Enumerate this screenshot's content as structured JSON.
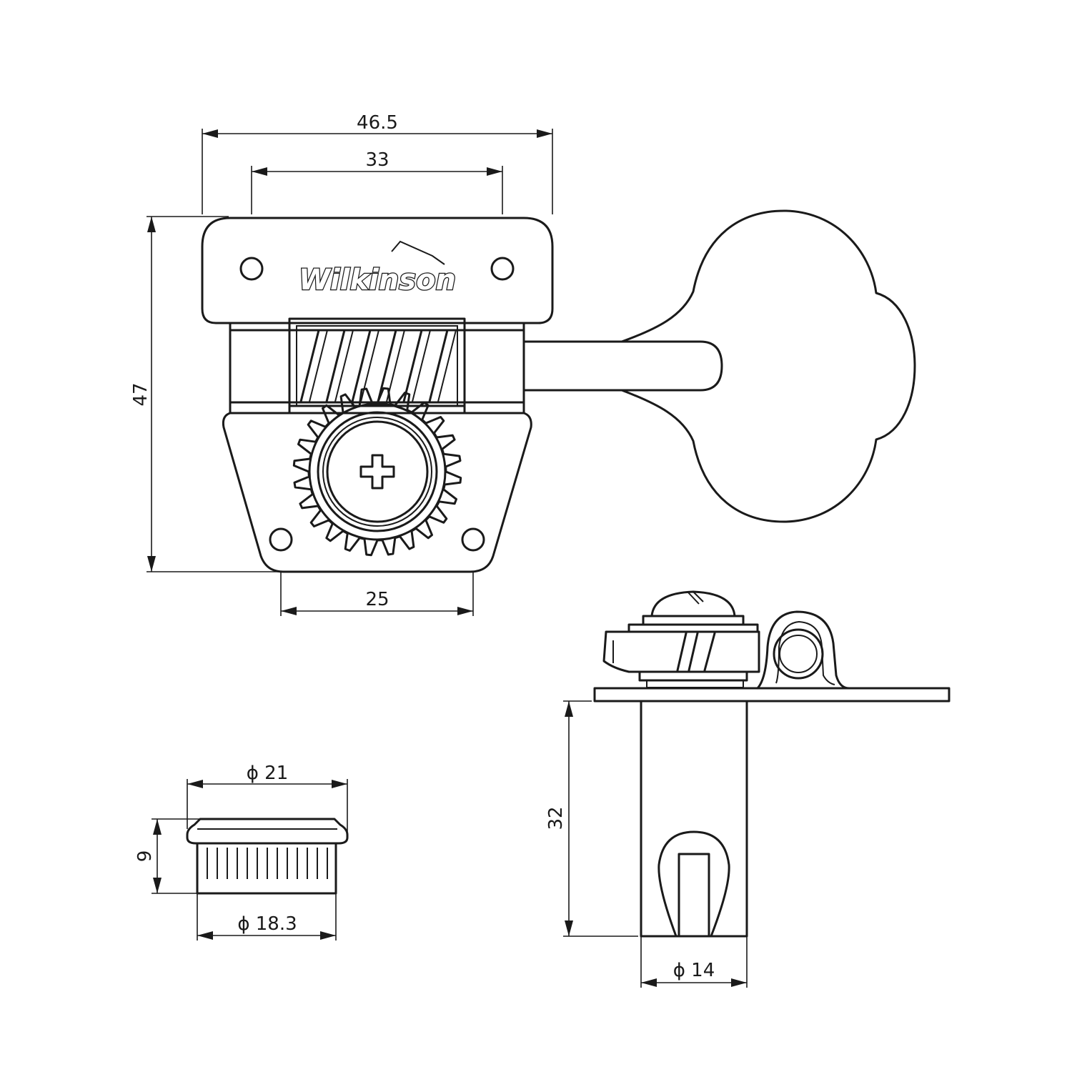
{
  "brand": {
    "logo_text": "Wilkinson"
  },
  "dimensions": {
    "overall_width": "46.5",
    "hole_spacing_top": "33",
    "height": "47",
    "hole_spacing_bottom": "25",
    "bushing_outer_diameter": "ϕ 21",
    "bushing_height": "9",
    "bushing_inner_diameter": "ϕ 18.3",
    "post_height": "32",
    "post_diameter": "ϕ 14"
  },
  "colors": {
    "line": "#1a1a1a",
    "background": "#ffffff"
  }
}
